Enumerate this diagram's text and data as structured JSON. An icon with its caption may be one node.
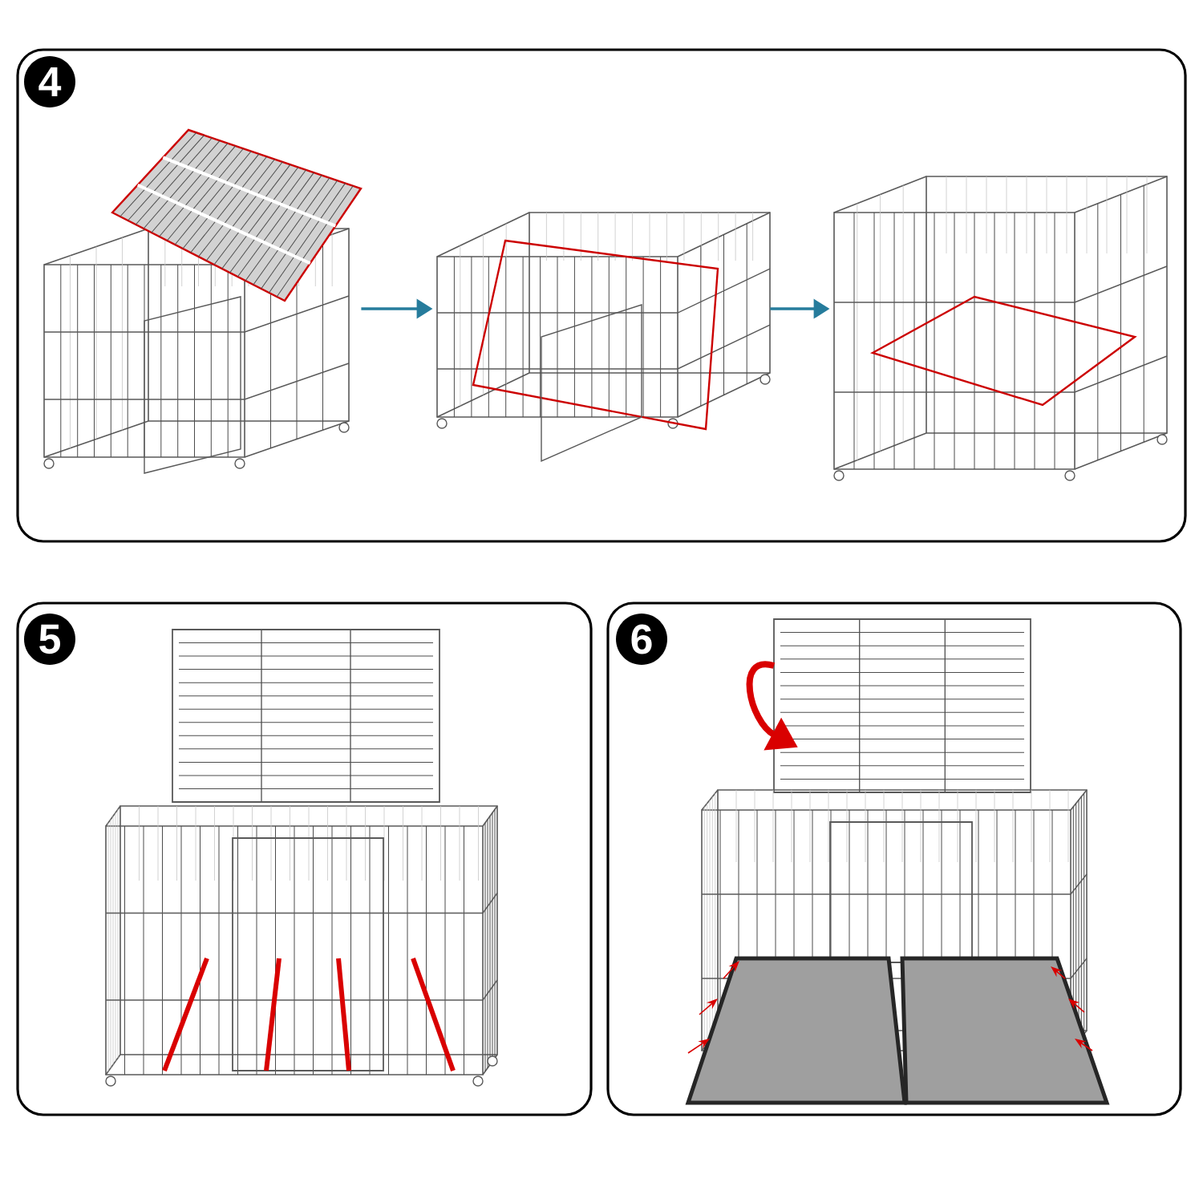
{
  "diagram": {
    "nodes": [
      {
        "text": [
          "4"
        ]
      },
      {
        "text": [],
        "shape": "picture",
        "in": 0
      },
      {
        "text": [],
        "shape": "picture",
        "in": 0
      },
      {
        "text": [],
        "shape": "picture",
        "in": 0
      },
      {
        "text": [
          "5"
        ]
      },
      {
        "text": [],
        "shape": "picture",
        "in": 4
      },
      {
        "text": [
          "6"
        ]
      },
      {
        "text": [],
        "shape": "picture",
        "in": 6
      }
    ],
    "edges": [
      {
        "from": 1,
        "to": 2,
        "arrow": "to"
      },
      {
        "from": 2,
        "to": 3,
        "arrow": "to"
      }
    ]
  }
}
